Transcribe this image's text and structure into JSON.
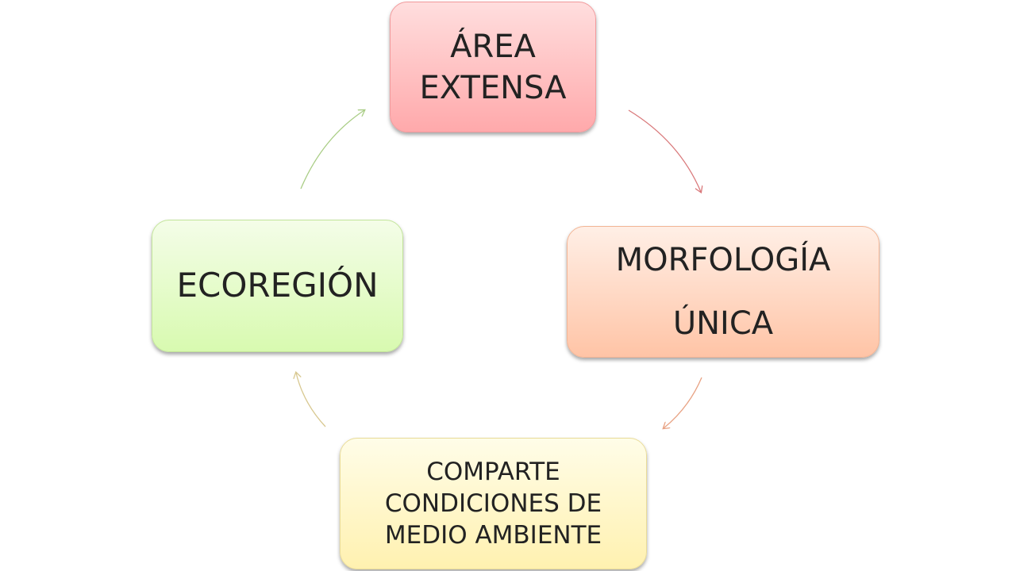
{
  "diagram": {
    "type": "cycle",
    "nodes": [
      {
        "id": "area",
        "lines": [
          "ÁREA",
          "EXTENSA"
        ]
      },
      {
        "id": "morfologia",
        "lines": [
          "MORFOLOGÍA",
          "ÚNICA"
        ]
      },
      {
        "id": "comparte",
        "lines": [
          "COMPARTE",
          "CONDICIONES DE",
          "MEDIO AMBIENTE"
        ]
      },
      {
        "id": "ecoregion",
        "lines": [
          "ECOREGIÓN"
        ]
      }
    ],
    "edges": [
      {
        "from": "area",
        "to": "morfologia",
        "color": "#d9787a"
      },
      {
        "from": "morfologia",
        "to": "comparte",
        "color": "#e8a283"
      },
      {
        "from": "comparte",
        "to": "ecoregion",
        "color": "#d8c890"
      },
      {
        "from": "ecoregion",
        "to": "area",
        "color": "#a9cd85"
      }
    ]
  }
}
